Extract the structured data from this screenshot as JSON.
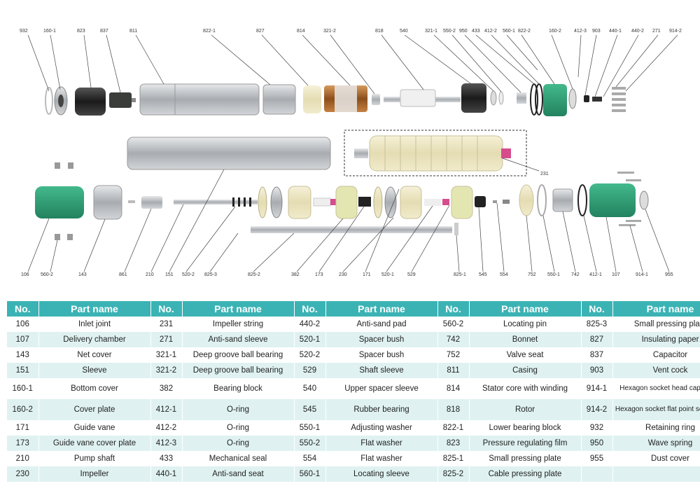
{
  "labels": {
    "top": [
      "932",
      "160-1",
      "823",
      "837",
      "811",
      "822-1",
      "827",
      "814",
      "321-2",
      "818",
      "540",
      "321-1",
      "550-2",
      "950",
      "433",
      "412-2",
      "560-1",
      "822-2",
      "160-2",
      "412-3",
      "903",
      "440-1",
      "440-2",
      "271",
      "914-2"
    ],
    "mid": [
      "231"
    ],
    "bottom": [
      "106",
      "560-2",
      "143",
      "861",
      "210",
      "151",
      "520-2",
      "825-3",
      "825-2",
      "382",
      "173",
      "230",
      "171",
      "520-1",
      "529",
      "825-1",
      "545",
      "554",
      "752",
      "550-1",
      "742",
      "412-1",
      "107",
      "914-1",
      "955"
    ]
  },
  "table": {
    "headers": [
      "No.",
      "Part name",
      "No.",
      "Part name",
      "No.",
      "Part name",
      "No.",
      "Part name",
      "No.",
      "Part name"
    ],
    "rows": [
      [
        "106",
        "Inlet joint",
        "231",
        "Impeller string",
        "440-2",
        "Anti-sand pad",
        "560-2",
        "Locating pin",
        "825-3",
        "Small pressing plate"
      ],
      [
        "107",
        "Delivery chamber",
        "271",
        "Anti-sand sleeve",
        "520-1",
        "Spacer bush",
        "742",
        "Bonnet",
        "827",
        "Insulating paper"
      ],
      [
        "143",
        "Net cover",
        "321-1",
        "Deep groove ball bearing",
        "520-2",
        "Spacer bush",
        "752",
        "Valve seat",
        "837",
        "Capacitor"
      ],
      [
        "151",
        "Sleeve",
        "321-2",
        "Deep groove ball bearing",
        "529",
        "Shaft sleeve",
        "811",
        "Casing",
        "903",
        "Vent cock"
      ],
      [
        "160-1",
        "Bottom cover",
        "382",
        "Bearing block",
        "540",
        "Upper spacer sleeve",
        "814",
        "Stator core with winding",
        "914-1",
        "Hexagon socket head cap screw"
      ],
      [
        "160-2",
        "Cover plate",
        "412-1",
        "O-ring",
        "545",
        "Rubber bearing",
        "818",
        "Rotor",
        "914-2",
        "Hexagon socket flat point set screw"
      ],
      [
        "171",
        "Guide vane",
        "412-2",
        "O-ring",
        "550-1",
        "Adjusting washer",
        "822-1",
        "Lower bearing block",
        "932",
        "Retaining ring"
      ],
      [
        "173",
        "Guide vane cover plate",
        "412-3",
        "O-ring",
        "550-2",
        "Flat washer",
        "823",
        "Pressure regulating film",
        "950",
        "Wave spring"
      ],
      [
        "210",
        "Pump shaft",
        "433",
        "Mechanical seal",
        "554",
        "Flat washer",
        "825-1",
        "Small pressing plate",
        "955",
        "Dust cover"
      ],
      [
        "230",
        "Impeller",
        "440-1",
        "Anti-sand seat",
        "560-1",
        "Locating sleeve",
        "825-2",
        "Cable pressing plate",
        "",
        ""
      ]
    ]
  },
  "colors": {
    "header_bg": "#3bb3b5",
    "stripe": "#dff2f1",
    "green_part": "#2e9e78",
    "steel": "#b9bcbf",
    "cream": "#ece5c6",
    "copper": "#b06a2a"
  }
}
